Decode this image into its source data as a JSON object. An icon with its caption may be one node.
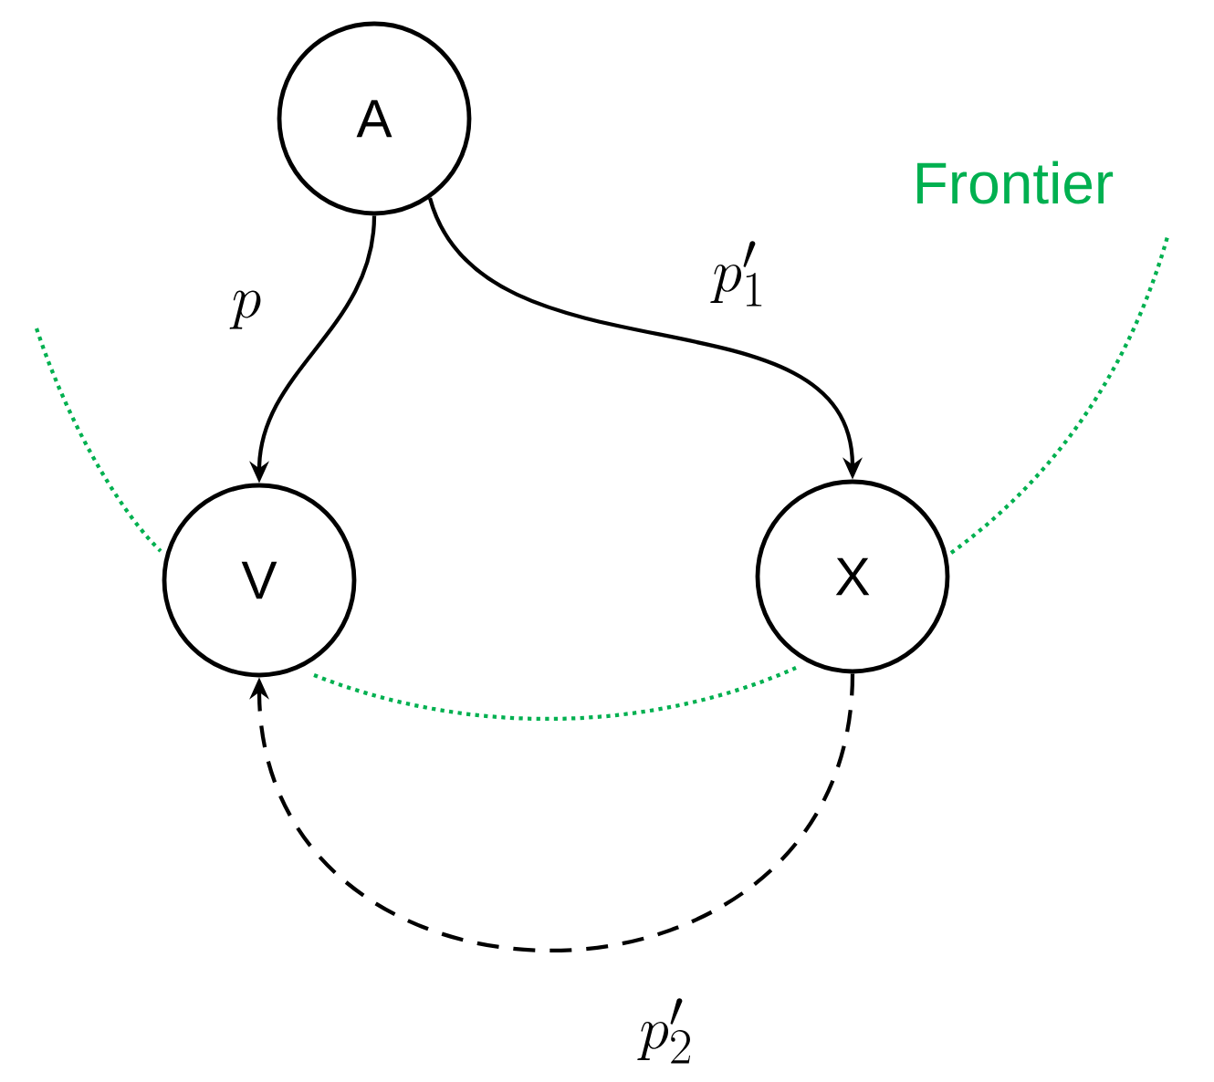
{
  "diagram": {
    "nodes": [
      {
        "text": [
          "A"
        ]
      },
      {
        "text": [
          "V"
        ]
      },
      {
        "text": [
          "X"
        ]
      }
    ],
    "edges": [
      {
        "from": 0,
        "to": 1,
        "arrow": "to",
        "label": "p"
      },
      {
        "from": 0,
        "to": 2,
        "arrow": "to",
        "label": "p'_1"
      },
      {
        "from": 2,
        "to": 1,
        "arrow": "to",
        "label": "p'_2",
        "style": "dashed"
      }
    ],
    "labels": [
      "Frontier"
    ]
  }
}
